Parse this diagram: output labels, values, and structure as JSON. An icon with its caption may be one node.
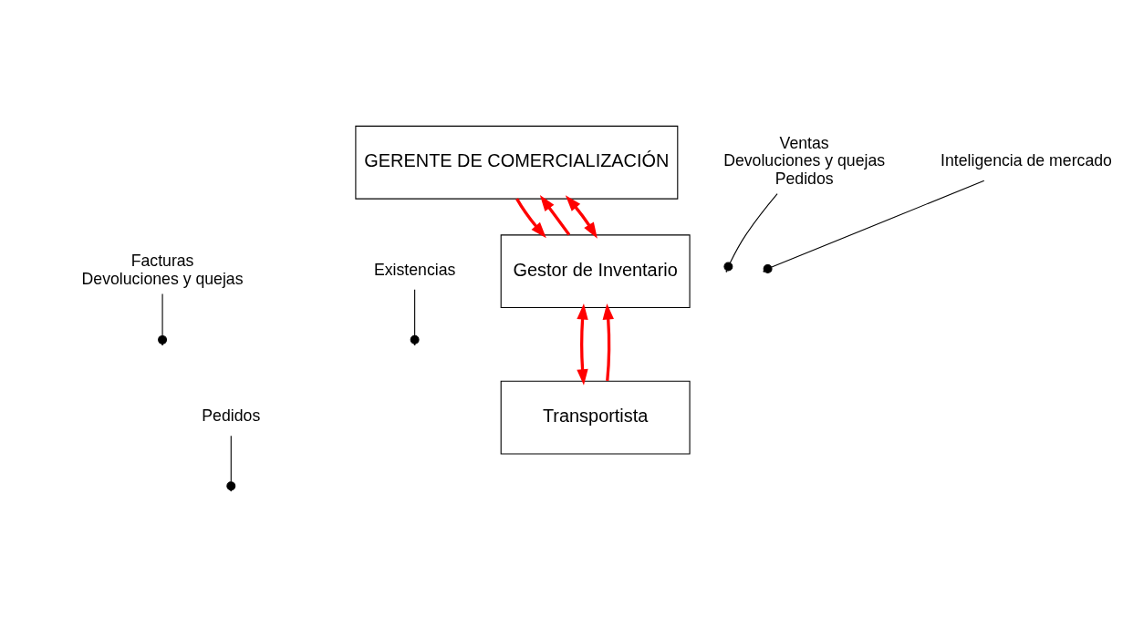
{
  "diagram": {
    "nodes": [
      {
        "text": [
          "GERENTE DE COMERCIALIZACIÓN"
        ]
      },
      {
        "text": [
          "Gestor de Inventario"
        ]
      },
      {
        "text": [
          "Transportista"
        ]
      },
      {
        "text": [
          "Inteligencia de mercado"
        ]
      },
      {
        "text": [
          "Ventas",
          "Devoluciones y quejas",
          "Pedidos"
        ]
      },
      {
        "text": [
          "Existencias"
        ]
      },
      {
        "text": [
          "Pedidos"
        ]
      },
      {
        "text": [
          "Facturas",
          "Devoluciones y quejas"
        ]
      }
    ],
    "edges": [
      {
        "from": 0,
        "to": 1,
        "arrow": "to",
        "style": "thick",
        "color": "#ff0000"
      },
      {
        "from": 1,
        "to": 0,
        "arrow": "to",
        "style": "thick",
        "color": "#ff0000"
      },
      {
        "from": 0,
        "to": 1,
        "arrow": "both",
        "style": "thick",
        "color": "#ff0000"
      },
      {
        "from": 1,
        "to": 2,
        "arrow": "both",
        "style": "thick",
        "color": "#ff0000"
      },
      {
        "from": 2,
        "to": 1,
        "arrow": "to",
        "style": "thick",
        "color": "#ff0000"
      },
      {
        "from": 3,
        "to": null,
        "arrow": "other",
        "color": "#000000"
      },
      {
        "from": 4,
        "to": null,
        "arrow": "other",
        "color": "#000000"
      },
      {
        "from": 5,
        "to": null,
        "arrow": "other",
        "color": "#000000"
      },
      {
        "from": 6,
        "to": null,
        "arrow": "other",
        "color": "#000000"
      },
      {
        "from": 7,
        "to": null,
        "arrow": "other",
        "color": "#000000"
      }
    ]
  }
}
